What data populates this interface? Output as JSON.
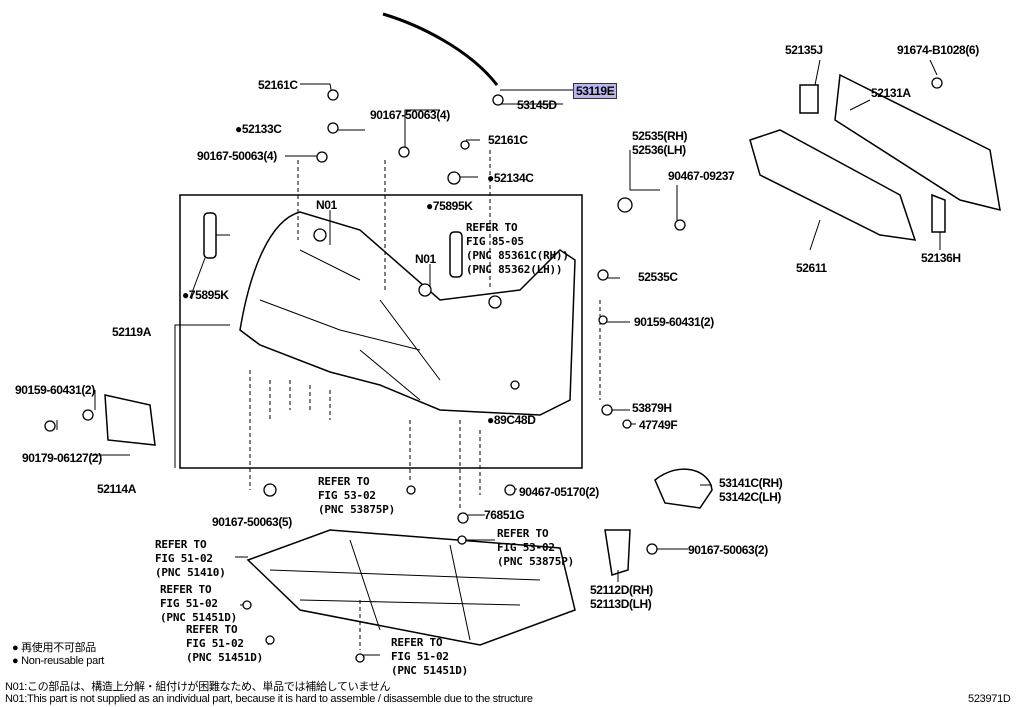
{
  "diagram_id": "523971D",
  "highlight_color": "#b9b7ee",
  "labels": {
    "p52161C_top": "52161C",
    "p52133C": "●52133C",
    "p90167_4a": "90167-50063(4)",
    "p90167_4b": "90167-50063(4)",
    "p52161C_mid": "52161C",
    "p52134C": "●52134C",
    "p53145D": "53145D",
    "p53119E": "53119E",
    "p52135J": "52135J",
    "p91674": "91674-B1028(6)",
    "p52131A": "52131A",
    "p52535": "52535(RH)",
    "p52536": "52536(LH)",
    "p90467_09237": "90467-09237",
    "p52611": "52611",
    "p52136H": "52136H",
    "n01_a": "N01",
    "p75895K_a": "●75895K",
    "n01_b": "N01",
    "p75895K_b": "●75895K",
    "p52535C": "52535C",
    "p90159_r": "90159-60431(2)",
    "p52119A": "52119A",
    "p90159_l": "90159-60431(2)",
    "p53879H": "53879H",
    "p47749F": "47749F",
    "p89C48D": "●89C48D",
    "p90179": "90179-06127(2)",
    "p52114A": "52114A",
    "p90467_05170": "90467-05170(2)",
    "p53141C": "53141C(RH)",
    "p53142C": "53142C(LH)",
    "p90167_5": "90167-50063(5)",
    "p76851G": "76851G",
    "p90167_2": "90167-50063(2)",
    "p52112D": "52112D(RH)",
    "p52113D": "52113D(LH)"
  },
  "refers": [
    {
      "l1": "REFER TO",
      "l2": "FIG 85-05",
      "l3": "(PNC 85361C(RH))",
      "l4": "(PNC 85362(LH))"
    },
    {
      "l1": "REFER TO",
      "l2": "FIG 53-02",
      "l3": "(PNC 53875P)"
    },
    {
      "l1": "REFER TO",
      "l2": "FIG 53-02",
      "l3": "(PNC 53875P)"
    },
    {
      "l1": "REFER TO",
      "l2": "FIG 51-02",
      "l3": "(PNC 51410)"
    },
    {
      "l1": "REFER TO",
      "l2": "FIG 51-02",
      "l3": "(PNC 51451D)"
    },
    {
      "l1": "REFER TO",
      "l2": "FIG 51-02",
      "l3": "(PNC 51451D)"
    },
    {
      "l1": "REFER TO",
      "l2": "FIG 51-02",
      "l3": "(PNC 51451D)"
    }
  ],
  "legend": {
    "jp": "再使用不可部品",
    "en": "Non-reusable part"
  },
  "notes": {
    "jp": "N01:この部品は、構造上分解・組付けが困難なため、単品では補給していません",
    "en": "N01:This part is not supplied as an individual part, because it is hard to assemble / disassemble due to the structure"
  }
}
